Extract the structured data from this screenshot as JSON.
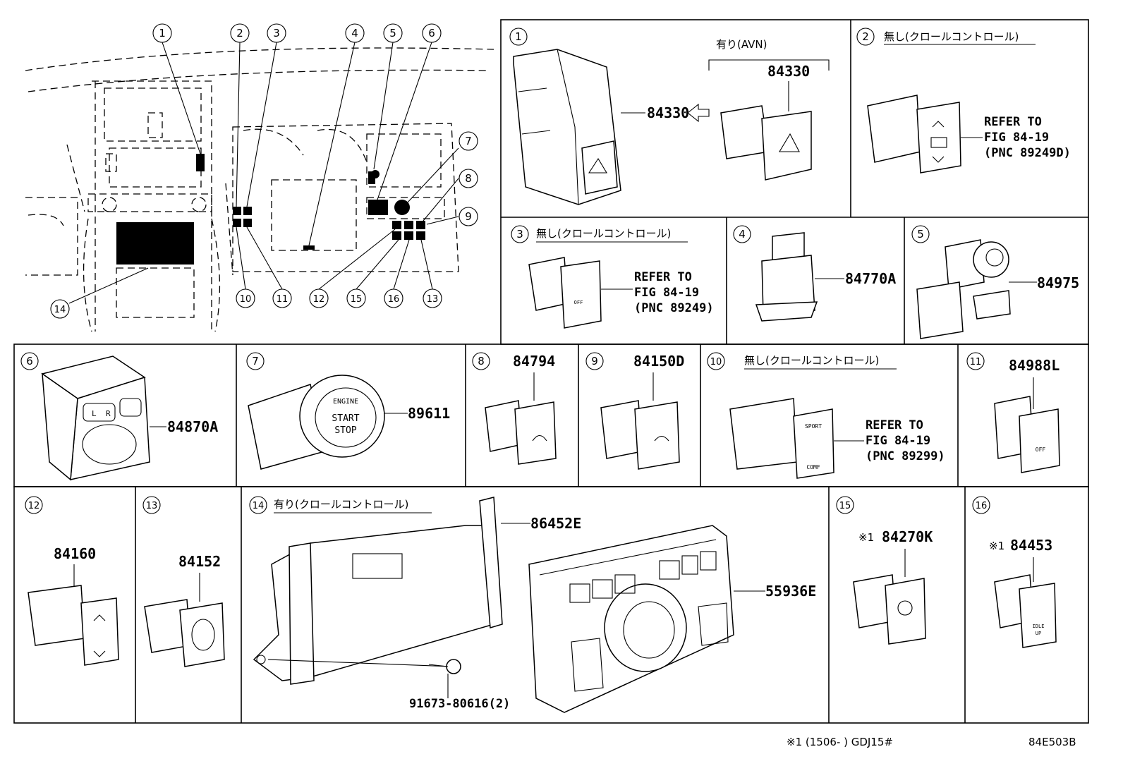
{
  "overview": {
    "callouts": [
      "1",
      "2",
      "3",
      "4",
      "5",
      "6",
      "7",
      "8",
      "9",
      "10",
      "11",
      "12",
      "13",
      "14",
      "15",
      "16"
    ]
  },
  "panels": [
    {
      "num": "1",
      "parts": [
        "84330"
      ],
      "option_label": "有り(AVN)",
      "option_part": "84330"
    },
    {
      "num": "2",
      "option_label": "無し(クロールコントロール)",
      "refer": [
        "REFER TO",
        "FIG 84-19",
        "(PNC 89249D)"
      ]
    },
    {
      "num": "3",
      "option_label": "無し(クロールコントロール)",
      "refer": [
        "REFER TO",
        "FIG 84-19",
        "(PNC 89249)"
      ]
    },
    {
      "num": "4",
      "parts": [
        "84770A"
      ]
    },
    {
      "num": "5",
      "parts": [
        "84975"
      ]
    },
    {
      "num": "6",
      "parts": [
        "84870A"
      ]
    },
    {
      "num": "7",
      "parts": [
        "89611"
      ],
      "button_text": [
        "ENGINE",
        "START",
        "STOP"
      ]
    },
    {
      "num": "8",
      "parts": [
        "84794"
      ]
    },
    {
      "num": "9",
      "parts": [
        "84150D"
      ]
    },
    {
      "num": "10",
      "option_label": "無し(クロールコントロール)",
      "refer": [
        "REFER TO",
        "FIG 84-19",
        "(PNC 89299)"
      ]
    },
    {
      "num": "11",
      "parts": [
        "84988L"
      ]
    },
    {
      "num": "12",
      "parts": [
        "84160"
      ]
    },
    {
      "num": "13",
      "parts": [
        "84152"
      ]
    },
    {
      "num": "14",
      "option_label": "有り(クロールコントロール)",
      "parts": [
        "86452E",
        "55936E",
        "91673-80616(2)"
      ]
    },
    {
      "num": "15",
      "parts": [
        "84270K"
      ],
      "note_mark": "※1"
    },
    {
      "num": "16",
      "parts": [
        "84453"
      ],
      "note_mark": "※1"
    }
  ],
  "footer": {
    "note": "※1 (1506-     ) GDJ15#",
    "figure_code": "84E503B"
  }
}
